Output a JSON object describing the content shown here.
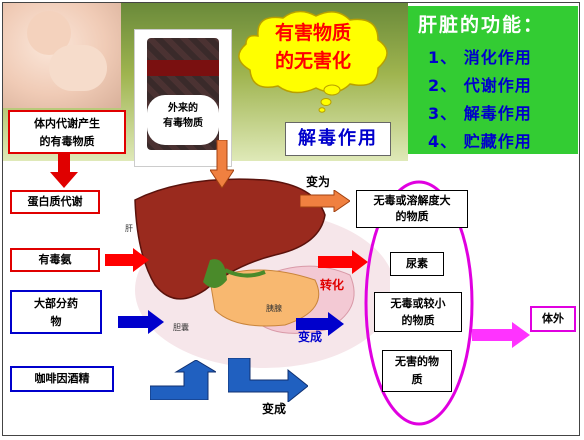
{
  "title_cloud": [
    "有害物质",
    "的无害化"
  ],
  "functions": {
    "title": "肝脏的功能：",
    "items": [
      "1、 消化作用",
      "2、 代谢作用",
      "3、 解毒作用",
      "4、 贮藏作用"
    ]
  },
  "external_toxin": [
    "外来的",
    "有毒物质"
  ],
  "detox_label": "解毒作用",
  "internal_toxin": [
    "体内代谢产生",
    "的有毒物质"
  ],
  "inputs": {
    "protein": "蛋白质代谢",
    "ammonia": "有毒氨",
    "drugs": [
      "大部分药",
      "物"
    ],
    "caffeine": "咖啡因酒精"
  },
  "verbs": {
    "becomes_top": "变为",
    "convert": "转化",
    "becomes_mid": "变成",
    "becomes_bottom": "变成"
  },
  "anatomy": {
    "liver": "肝",
    "gallbladder": "胆囊",
    "pancreas": "胰腺"
  },
  "outputs": {
    "nontoxic_soluble": [
      "无毒或溶解度大",
      "的物质"
    ],
    "urea": "尿素",
    "less_toxic": [
      "无毒或较小",
      "的物质"
    ],
    "harmless": [
      "无害的物",
      "质"
    ]
  },
  "excretion": "体外",
  "colors": {
    "red": "#e00000",
    "blue": "#0000cc",
    "magenta": "#e000e0",
    "green": "#33cc33"
  }
}
